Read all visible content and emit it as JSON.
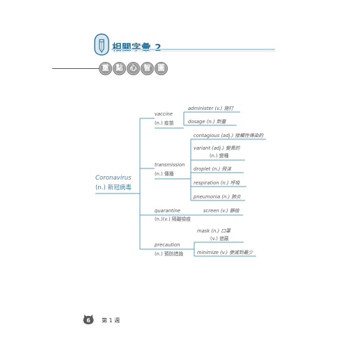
{
  "header": {
    "title": "相關字彙 2",
    "subtitle_chars": [
      "重",
      "點",
      "心",
      "智",
      "圖"
    ]
  },
  "mindmap": {
    "root": {
      "en": "Coronavirus",
      "zh": "(n.) 新冠病毒"
    },
    "branches": [
      {
        "en": "vaccine",
        "zh": "(n.) 疫苗",
        "leaves": [
          {
            "lines": [
              "administer (v.) 施打"
            ]
          },
          {
            "lines": [
              "dosage (n.) 劑量"
            ]
          }
        ]
      },
      {
        "en": "transmission",
        "zh": "(n.) 傳播",
        "leaves": [
          {
            "lines": [
              "contagious (adj.) 接觸性傳染的"
            ]
          },
          {
            "lines": [
              "variant (adj.) 變異的",
              "(n.) 變種"
            ]
          },
          {
            "lines": [
              "droplet (n.) 飛沫"
            ]
          },
          {
            "lines": [
              "respiration (n.) 呼吸"
            ]
          },
          {
            "lines": [
              "pneumonia (n.) 肺炎"
            ]
          }
        ]
      },
      {
        "en": "quarantine",
        "zh": "(n.)(v.) 隔離檢疫",
        "leaves": [
          {
            "lines": [
              "screen (v.) 篩檢"
            ]
          }
        ]
      },
      {
        "en": "precaution",
        "zh": "(n.) 預防措施",
        "leaves": [
          {
            "lines": [
              "mask (n.) 口罩",
              "(v.) 遮蔽"
            ]
          },
          {
            "lines": [
              "minimize (v.) 使減到最少"
            ]
          }
        ]
      }
    ]
  },
  "footer": {
    "page_number": "6",
    "week_label": "第 1 週"
  }
}
